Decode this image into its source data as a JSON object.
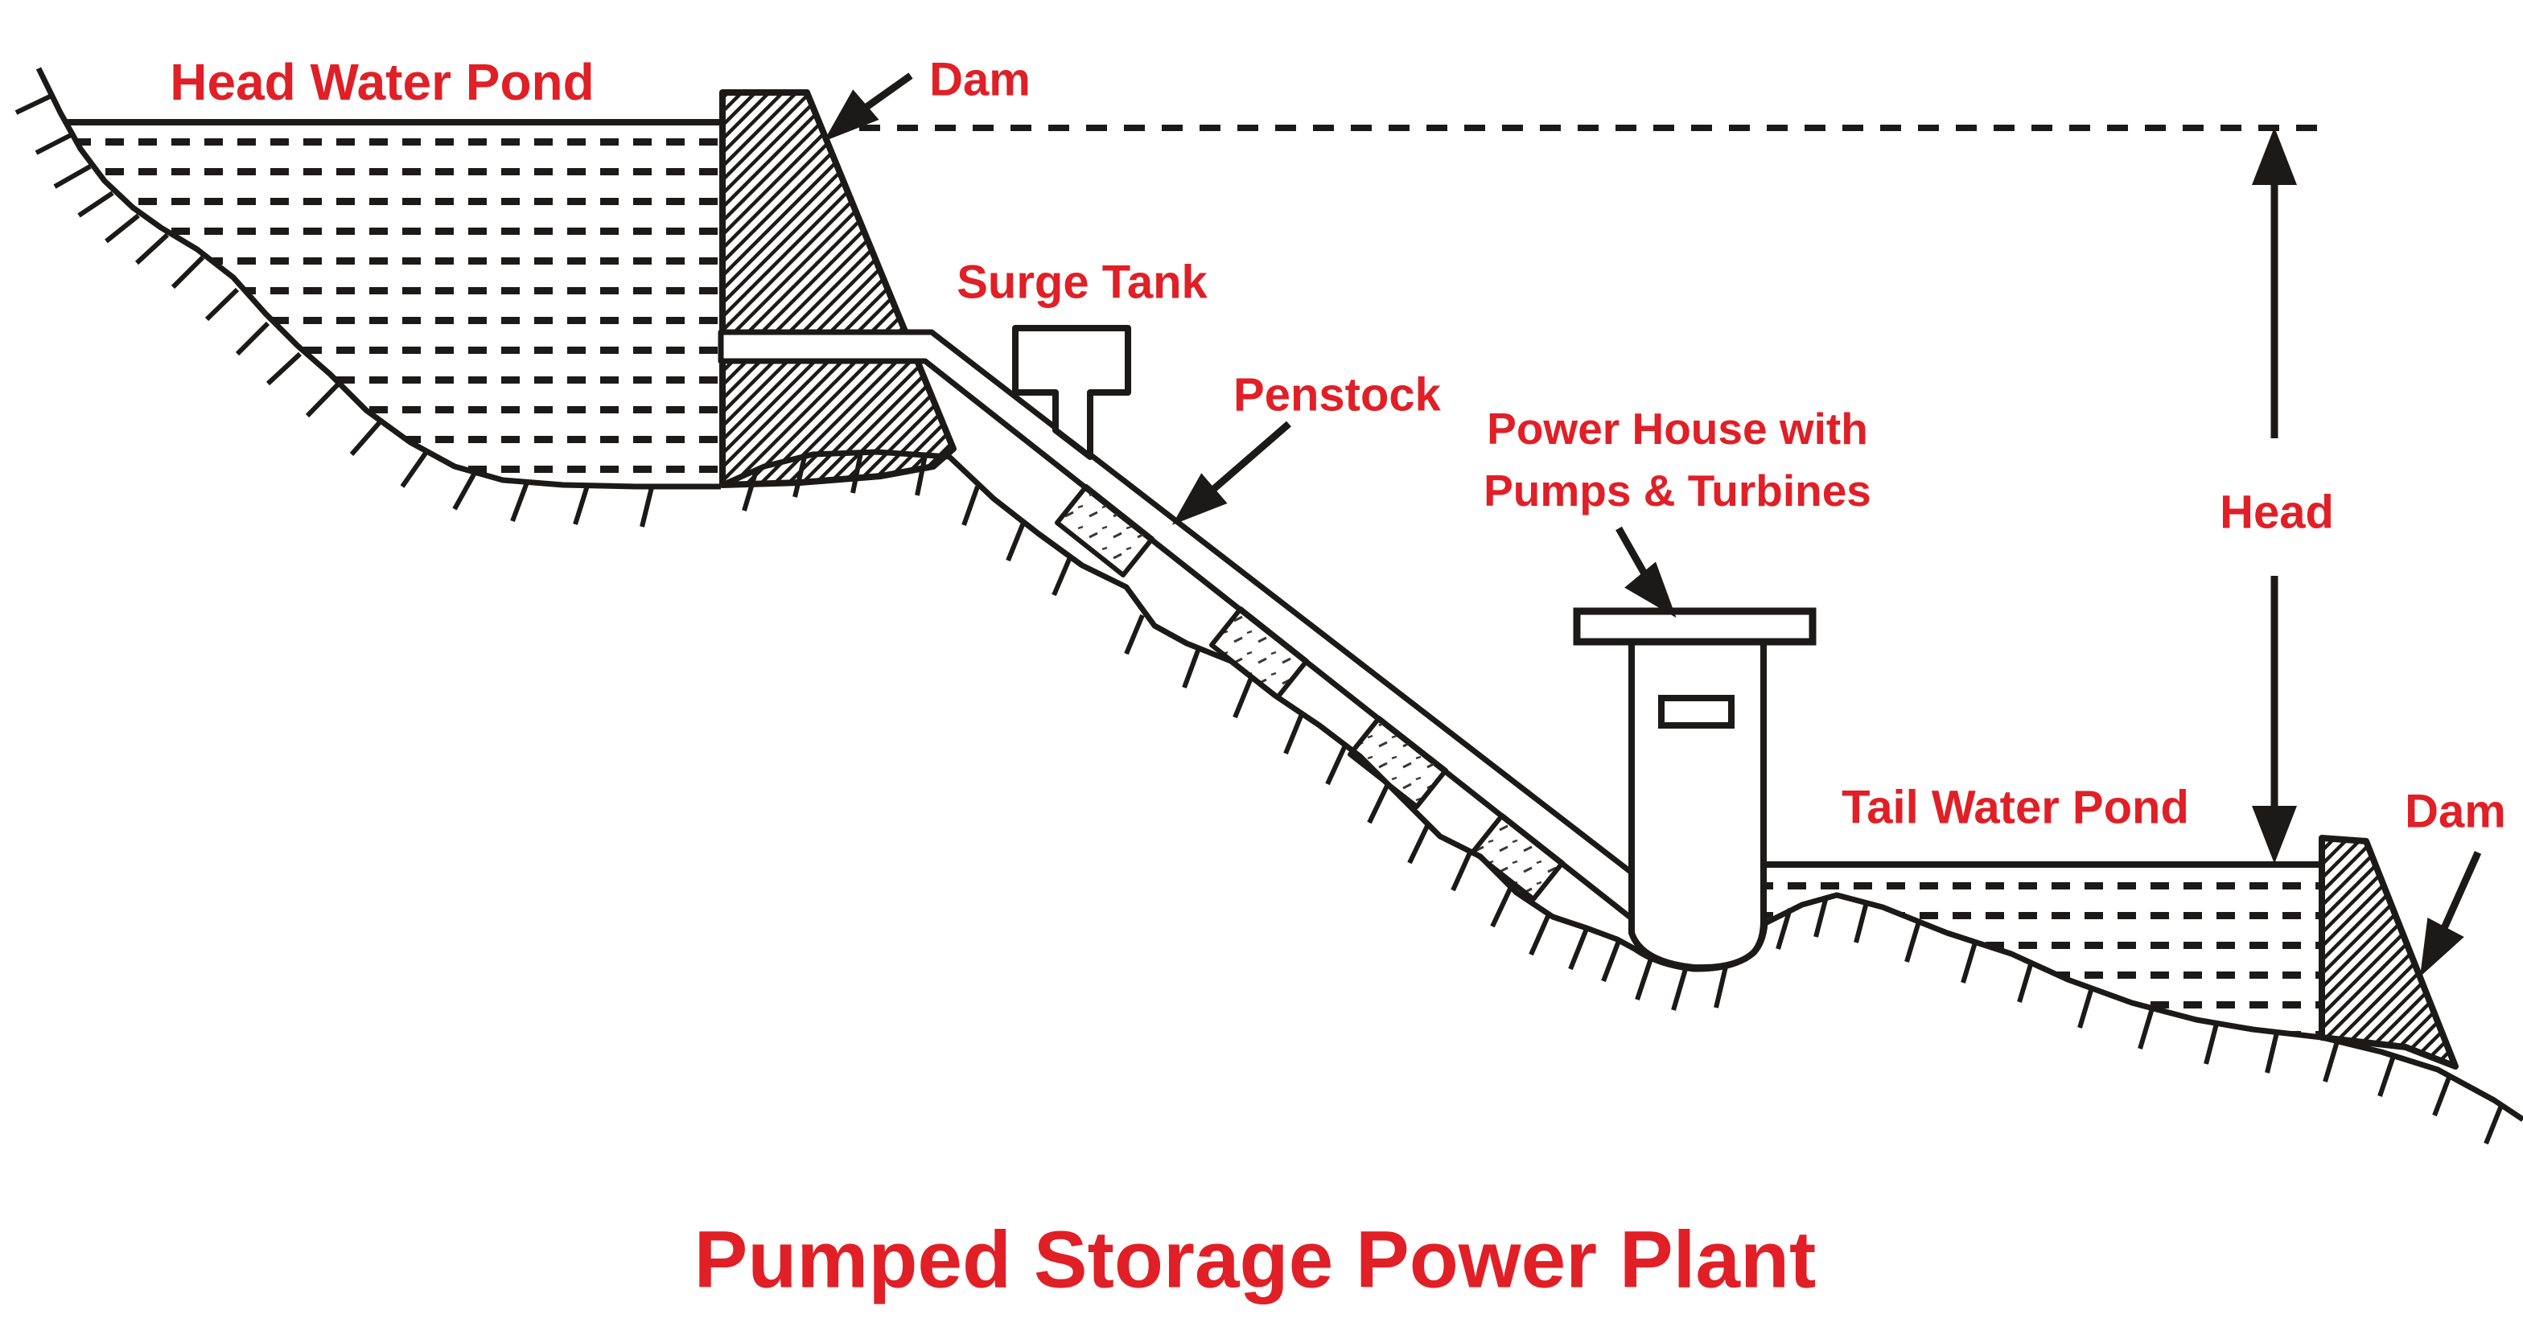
{
  "title": {
    "text": "Pumped Storage Power Plant"
  },
  "labels": {
    "head_water_pond": "Head Water Pond",
    "dam_left": "Dam",
    "surge_tank": "Surge Tank",
    "penstock": "Penstock",
    "power_house_line1": "Power House with",
    "power_house_line2": "Pumps & Turbines",
    "tail_water_pond": "Tail Water Pond",
    "dam_right": "Dam",
    "head": "Head"
  },
  "colors": {
    "label_red": "#e01f26",
    "ink_black": "#1c1a19",
    "background": "#ffffff"
  },
  "diagram_components": [
    "head-water-pond",
    "dam-left",
    "surge-tank",
    "penstock",
    "anchor-blocks",
    "power-house",
    "tail-water-pond",
    "dam-right",
    "head-measurement-arrow",
    "water-level-dashed-line",
    "terrain-with-hatching"
  ]
}
